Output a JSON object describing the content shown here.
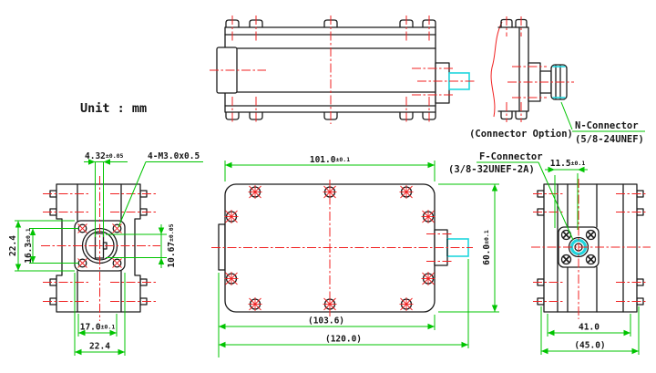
{
  "drawing": {
    "unit_label": "Unit : mm",
    "colors": {
      "outline": "#1b1b1b",
      "centerline_red": "#f02020",
      "dimension_green": "#00c400",
      "connector_cyan": "#1fd6de",
      "background": "#ffffff"
    },
    "labels": {
      "connector_option": "(Connector Option)",
      "n_connector_name": "N-Connector",
      "n_connector_thread": "(5/8-24UNEF)",
      "f_connector_name": "F-Connector",
      "f_connector_thread": "(3/8-32UNEF-2A)",
      "screw_spec": "4-M3.0x0.5"
    },
    "front_view": {
      "slot_width": "4.32",
      "slot_width_tol": "±0.05",
      "flange_height": "22.4",
      "screw_pitch": "16.3",
      "screw_pitch_tol": "±0.1",
      "slot_height": "10.67",
      "slot_height_tol": "±0.05",
      "web_width": "17.0",
      "web_width_tol": "±0.1",
      "flange_width": "22.4"
    },
    "top_view": {
      "body_length": "101.0",
      "body_length_tol": "±0.1",
      "body_width": "60.0",
      "body_width_tol": "±0.1",
      "length_with_tab": "(103.6)",
      "overall_length": "(120.0)"
    },
    "rear_view": {
      "connector_offset": "11.5",
      "connector_offset_tol": "±0.1",
      "body_width": "41.0",
      "overall_width": "(45.0)"
    }
  }
}
